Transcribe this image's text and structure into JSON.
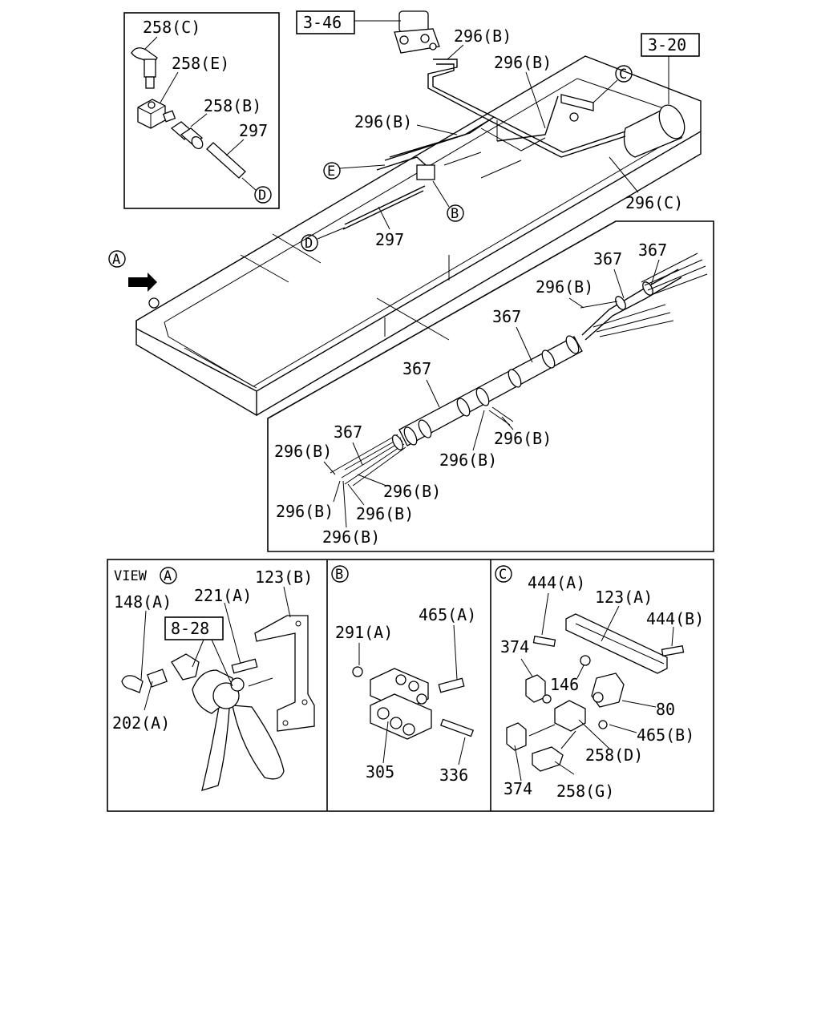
{
  "ref_boxes": {
    "r1": "3-46",
    "r2": "3-20",
    "r3": "8-28"
  },
  "callouts": {
    "a": "A",
    "b": "B",
    "c": "C",
    "d": "D",
    "e": "E"
  },
  "labels": {
    "l258c": "258(C)",
    "l258e": "258(E)",
    "l258b": "258(B)",
    "l297_inset": "297",
    "l296b_top1": "296(B)",
    "l296b_top2": "296(B)",
    "l296b_top3": "296(B)",
    "l296c": "296(C)",
    "l297_frame": "297",
    "w367_a": "367",
    "w367_b": "367",
    "w296b_a": "296(B)",
    "w367_c": "367",
    "w367_d": "367",
    "w367_e": "367",
    "w296b_b": "296(B)",
    "w296b_c": "296(B)",
    "w296b_d": "296(B)",
    "w296b_e": "296(B)",
    "w296b_f": "296(B)",
    "w296b_g": "296(B)",
    "w296b_h": "296(B)",
    "view_prefix": "VIEW",
    "a148": "148(A)",
    "a221": "221(A)",
    "a123b": "123(B)",
    "a202": "202(A)",
    "b291": "291(A)",
    "b465a": "465(A)",
    "b305": "305",
    "b336": "336",
    "c444a": "444(A)",
    "c123a": "123(A)",
    "c444b": "444(B)",
    "c374a": "374",
    "c146": "146",
    "c80": "80",
    "c465b": "465(B)",
    "c258d": "258(D)",
    "c374b": "374",
    "c258g": "258(G)"
  }
}
